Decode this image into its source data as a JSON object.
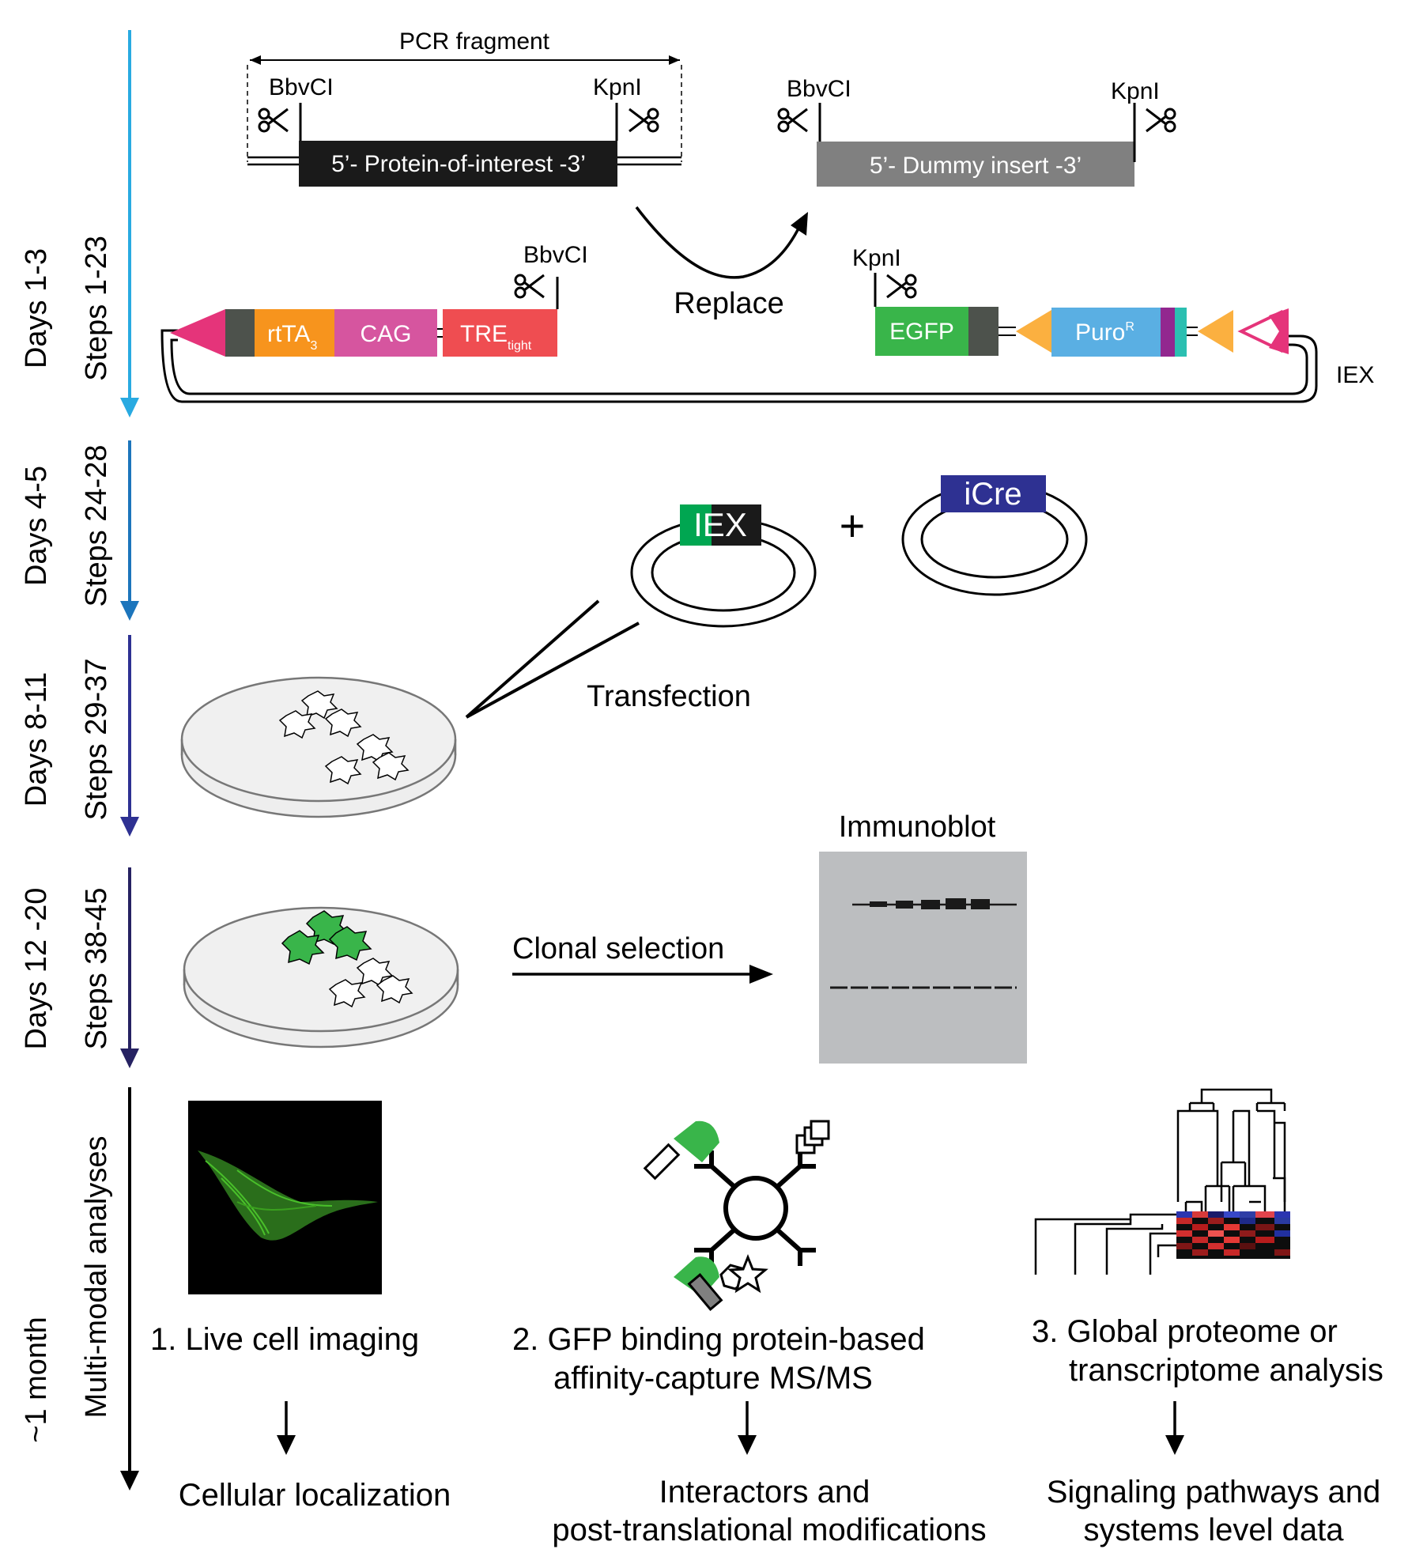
{
  "timeline": [
    {
      "days": "Days 1-3",
      "steps": "Steps 1-23",
      "color": "#29aae1"
    },
    {
      "days": "Days 4-5",
      "steps": "Steps 24-28",
      "color": "#1c75bc"
    },
    {
      "days": "Days 8-11",
      "steps": "Steps 29-37",
      "color": "#2e3192"
    },
    {
      "days": "Days 12 -20",
      "steps": "Steps 38-45",
      "color": "#262262"
    },
    {
      "days": "~1 month",
      "steps": "Multi-modal analyses",
      "color": "#000000"
    }
  ],
  "cloning": {
    "pcr_fragment": "PCR fragment",
    "bbvci": "BbvCI",
    "kpni": "KpnI",
    "protein_insert": "5’- Protein-of-interest -3’",
    "dummy_insert": "5’- Dummy insert -3’",
    "replace": "Replace",
    "iex_label": "IEX",
    "segments": {
      "rtta": "rtTA",
      "rtta_sub": "3",
      "cag": "CAG",
      "tre": "TRE",
      "tre_sub": "tight",
      "egfp": "EGFP",
      "puro": "Puro",
      "puro_sup": "R"
    },
    "colors": {
      "loxp": "#e5347a",
      "rtta": "#f7941d",
      "cag": "#d6559f",
      "tre": "#ef4d51",
      "egfp": "#39b54a",
      "puro": "#5aafe3",
      "arrowhead": "#fbb040",
      "dark_block": "#4d524c",
      "purple_block": "#92278f",
      "teal_block": "#2bbfb1",
      "dummy": "#808080"
    }
  },
  "plasmids": {
    "iex": "IEX",
    "icre": "iCre",
    "plus": "+",
    "icre_color": "#2e3192",
    "iex_green": "#00a651"
  },
  "transfection": "Transfection",
  "immunoblot": "Immunoblot",
  "clonal_selection": "Clonal selection",
  "analyses": [
    {
      "title_lines": [
        "1. Live cell imaging"
      ],
      "result_lines": [
        "Cellular localization"
      ]
    },
    {
      "title_lines": [
        "2. GFP binding protein-based",
        "affinity-capture MS/MS"
      ],
      "result_lines": [
        "Interactors and",
        "post-translational modifications"
      ]
    },
    {
      "title_lines": [
        "3. Global proteome or",
        "transcriptome analysis"
      ],
      "result_lines": [
        "Signaling pathways and",
        "systems level data"
      ]
    }
  ]
}
